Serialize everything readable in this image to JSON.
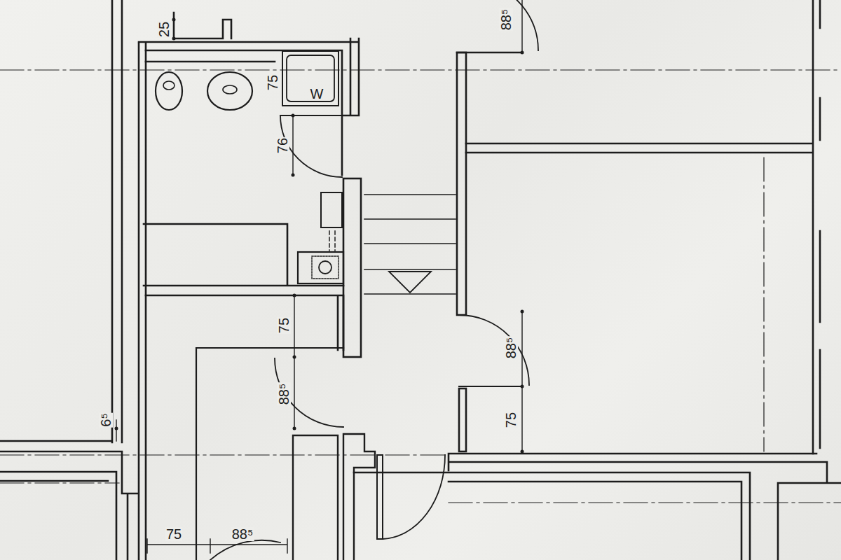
{
  "diagram": {
    "nodes": [
      {
        "text": [
          "W"
        ]
      }
    ],
    "labels": [
      "25",
      "88⁵",
      "75",
      "76",
      "75",
      "88⁵",
      "88⁵",
      "6⁵",
      "75",
      "75",
      "88⁵"
    ]
  }
}
